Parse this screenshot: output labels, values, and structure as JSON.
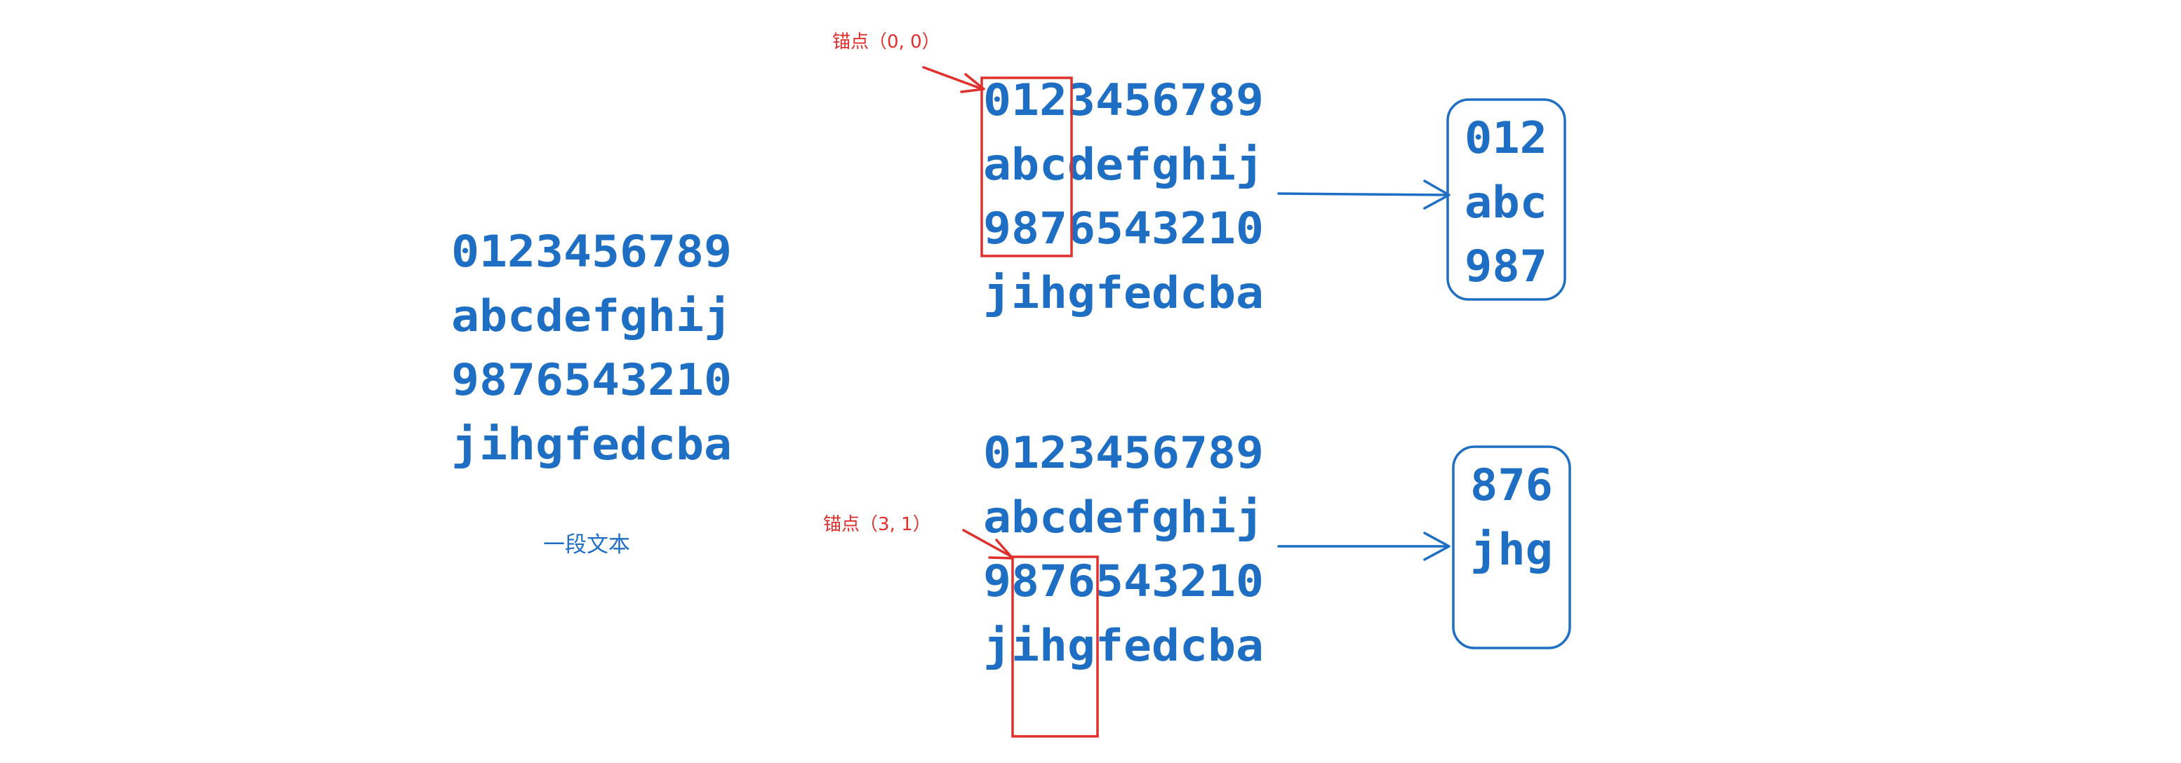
{
  "colors": {
    "text_blue": "#1e6fc4",
    "annotation_red": "#e0302e",
    "background": "#ffffff"
  },
  "source_block": {
    "lines": [
      "0123456789",
      "abcdefghij",
      "9876543210",
      "jihgfedcba"
    ],
    "caption": "一段文本"
  },
  "example_top": {
    "anchor_label": "锚点（0, 0）",
    "lines": [
      "0123456789",
      "abcdefghij",
      "9876543210",
      "jihgfedcba"
    ],
    "result_lines": [
      "012",
      "abc",
      "987"
    ]
  },
  "example_bottom": {
    "anchor_label": "锚点（3, 1）",
    "lines": [
      "0123456789",
      "abcdefghij",
      "9876543210",
      "jihgfedcba"
    ],
    "result_lines": [
      "876",
      "jhg"
    ]
  }
}
